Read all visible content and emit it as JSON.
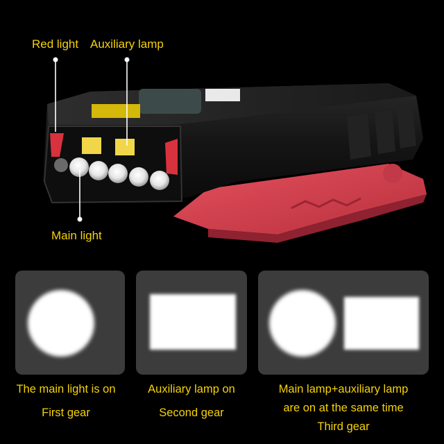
{
  "callouts": {
    "red_light": "Red light",
    "auxiliary_lamp": "Auxiliary lamp",
    "main_light": "Main light"
  },
  "modes": [
    {
      "line1": "The main light is on",
      "line2": "First gear"
    },
    {
      "line1": "Auxiliary lamp on",
      "line2": "Second gear"
    },
    {
      "line1": "Main lamp+auxiliary lamp",
      "line2": "are on at the same time",
      "line3": "Third gear"
    }
  ],
  "colors": {
    "background": "#000000",
    "caption_yellow": "#f5d20a",
    "clip_red": "#e0404f",
    "panel_gray": "#3c3c3c"
  }
}
